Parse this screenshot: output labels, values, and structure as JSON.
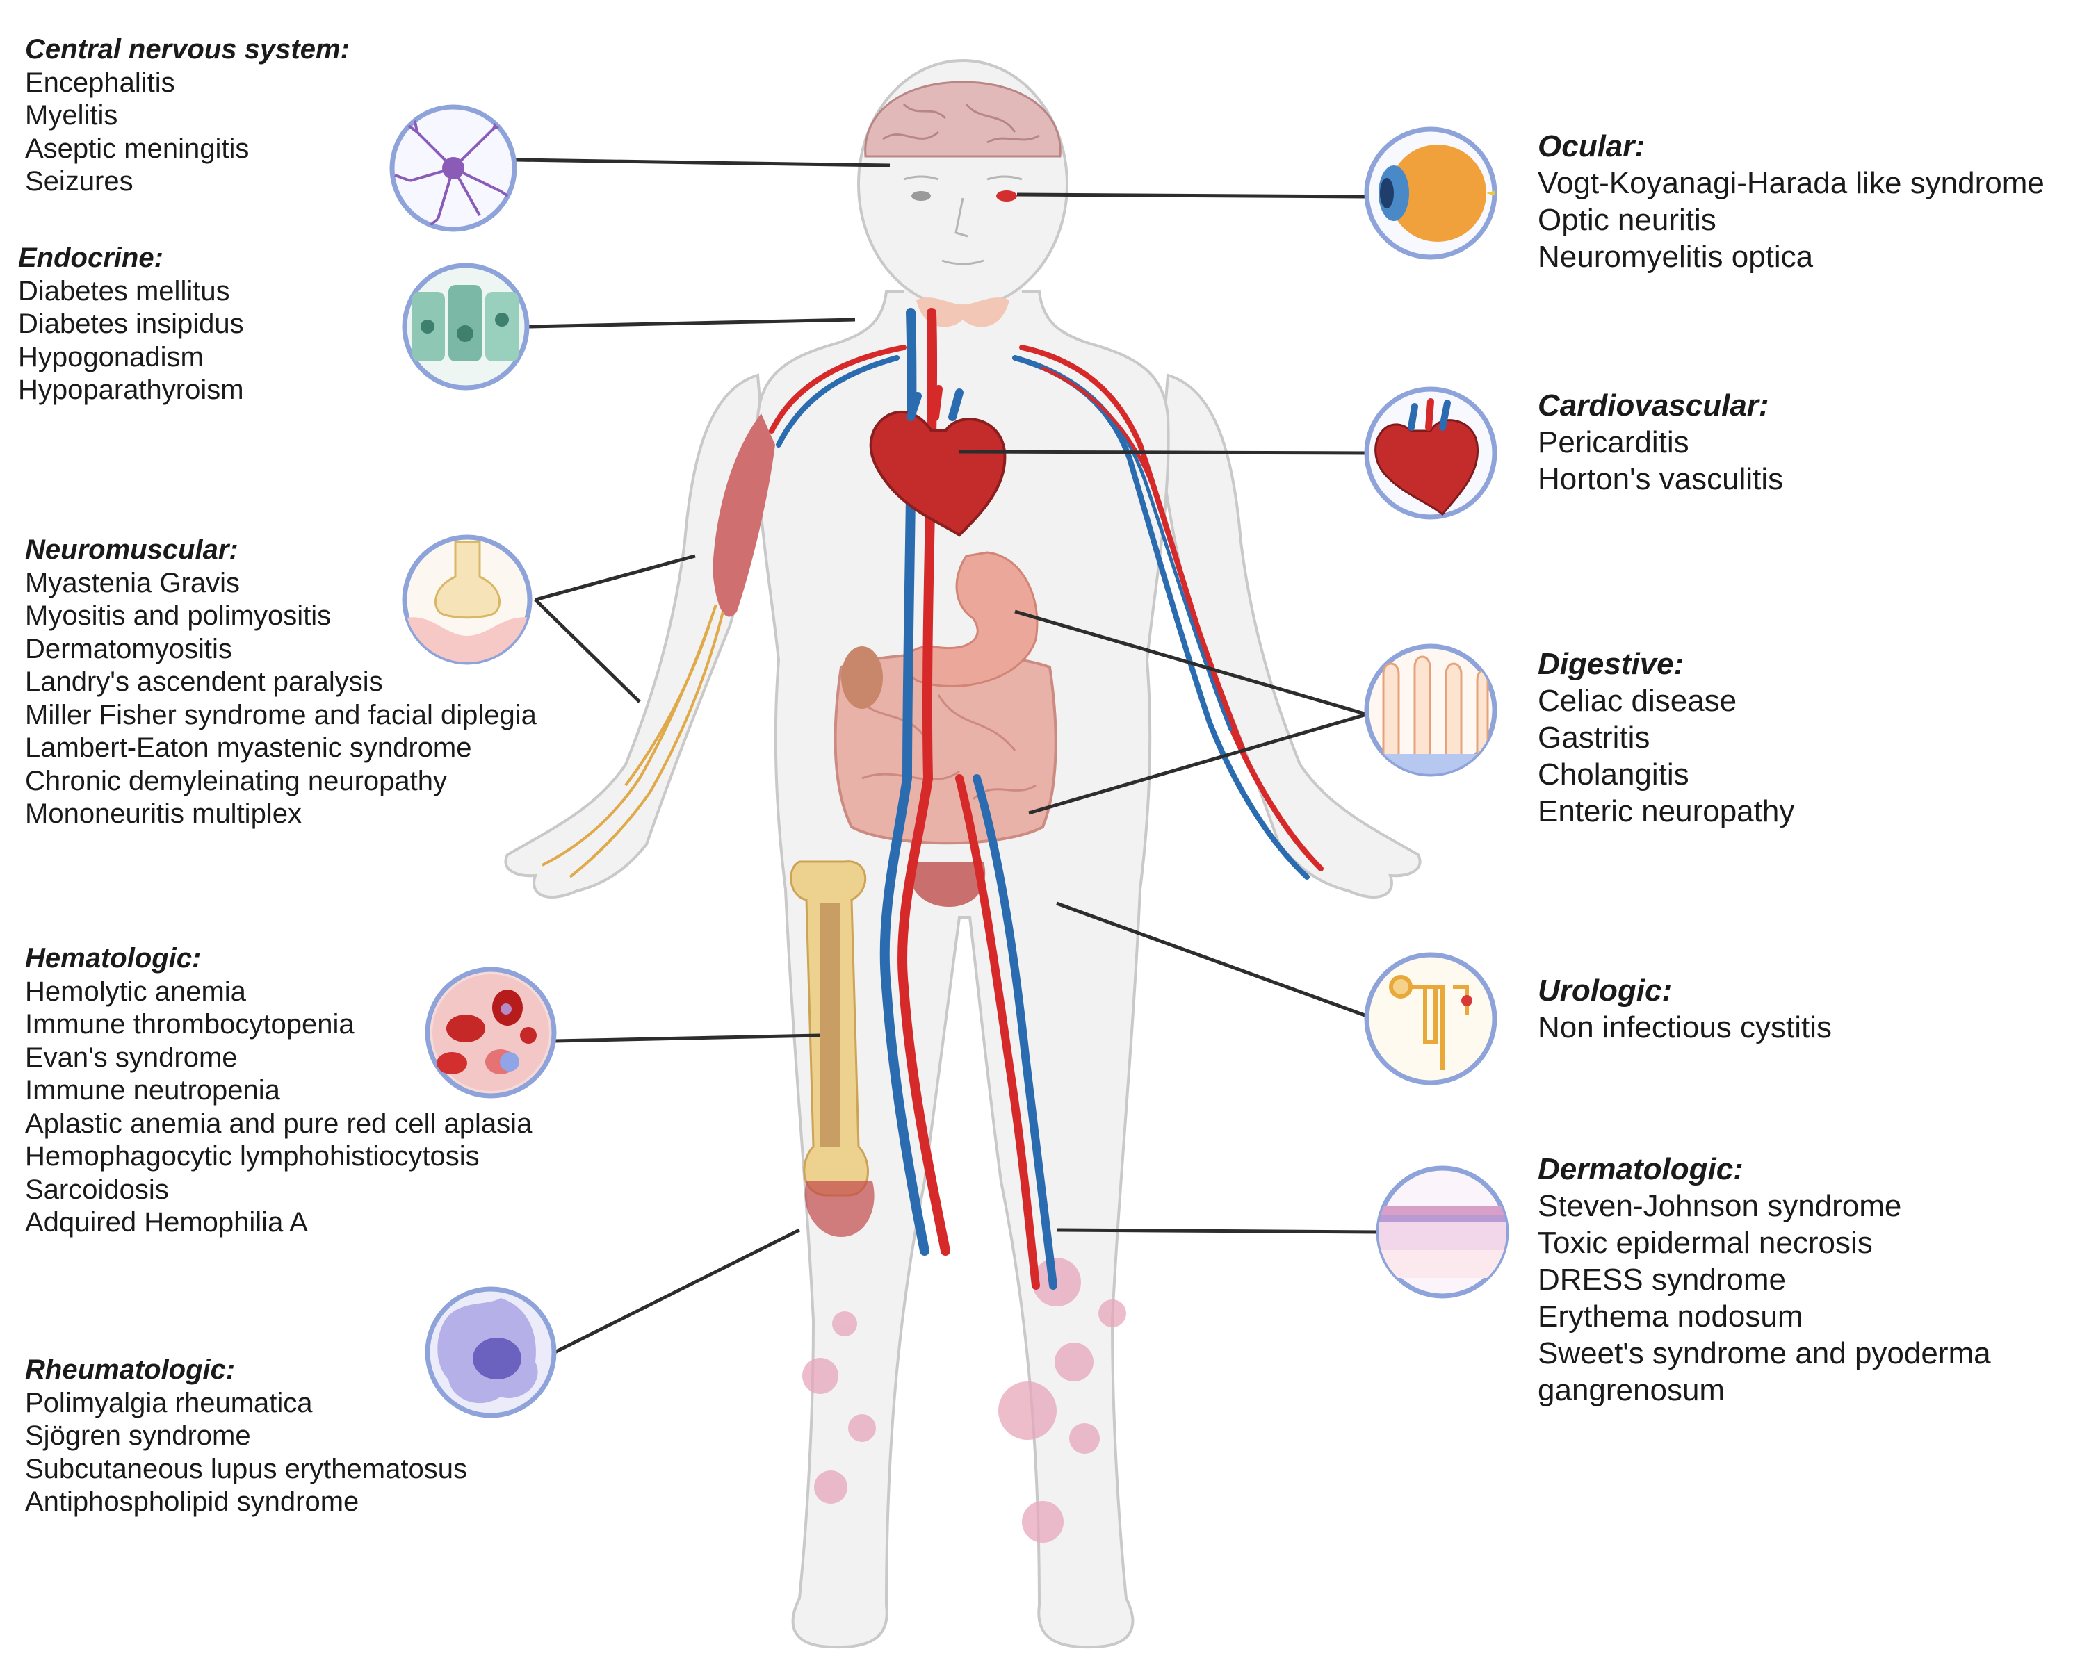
{
  "colors": {
    "skin": "#f2f2f2",
    "skin_outline": "#c9c9c9",
    "artery": "#d62a2a",
    "vein": "#2b6cb0",
    "circle_border": "#8ea3d9",
    "connector": "#2d2d2d"
  },
  "left_groups": [
    {
      "key": "cns",
      "title": "Central nervous system:",
      "icon": "neuron-icon",
      "items": [
        "Encephalitis",
        "Myelitis",
        "Aseptic meningitis",
        "Seizures"
      ]
    },
    {
      "key": "endocrine",
      "title": "Endocrine:",
      "icon": "endocrine-tissue-icon",
      "items": [
        "Diabetes mellitus",
        "Diabetes insipidus",
        "Hypogonadism",
        "Hypoparathyroism"
      ]
    },
    {
      "key": "neuromuscular",
      "title": "Neuromuscular:",
      "icon": "synapse-icon",
      "items": [
        "Myastenia Gravis",
        "Myositis and polimyositis",
        "Dermatomyositis",
        "Landry's ascendent paralysis",
        "Miller Fisher syndrome and facial diplegia",
        "Lambert-Eaton myastenic syndrome",
        "Chronic demyleinating neuropathy",
        "Mononeuritis multiplex"
      ]
    },
    {
      "key": "hematologic",
      "title": "Hematologic:",
      "icon": "blood-cells-icon",
      "items": [
        "Hemolytic anemia",
        "Immune thrombocytopenia",
        "Evan's syndrome",
        "Immune neutropenia",
        "Aplastic anemia and  pure red cell aplasia",
        "Hemophagocytic lymphohistiocytosis",
        "Sarcoidosis",
        "Adquired Hemophilia A"
      ]
    },
    {
      "key": "rheumatologic",
      "title": "Rheumatologic:",
      "icon": "macrophage-icon",
      "items": [
        "Polimyalgia rheumatica",
        "Sjögren syndrome",
        "Subcutaneous lupus erythematosus",
        "Antiphospholipid syndrome"
      ]
    }
  ],
  "right_groups": [
    {
      "key": "ocular",
      "title": "Ocular:",
      "icon": "eye-icon",
      "items": [
        "Vogt-Koyanagi-Harada like syndrome",
        "Optic neuritis",
        "Neuromyelitis optica"
      ]
    },
    {
      "key": "cardiovascular",
      "title": "Cardiovascular:",
      "icon": "heart-icon",
      "items": [
        "Pericarditis",
        "Horton's vasculitis"
      ]
    },
    {
      "key": "digestive",
      "title": "Digestive:",
      "icon": "intestinal-villi-icon",
      "items": [
        "Celiac disease",
        "Gastritis",
        "Cholangitis",
        "Enteric neuropathy"
      ]
    },
    {
      "key": "urologic",
      "title": "Urologic:",
      "icon": "nephron-icon",
      "items": [
        "Non infectious cystitis"
      ]
    },
    {
      "key": "dermatologic",
      "title": "Dermatologic:",
      "icon": "skin-layers-icon",
      "items": [
        "Steven-Johnson syndrome",
        "Toxic epidermal necrosis",
        "DRESS syndrome",
        "Erythema nodosum",
        "Sweet's syndrome and pyoderma gangrenosum"
      ]
    }
  ]
}
